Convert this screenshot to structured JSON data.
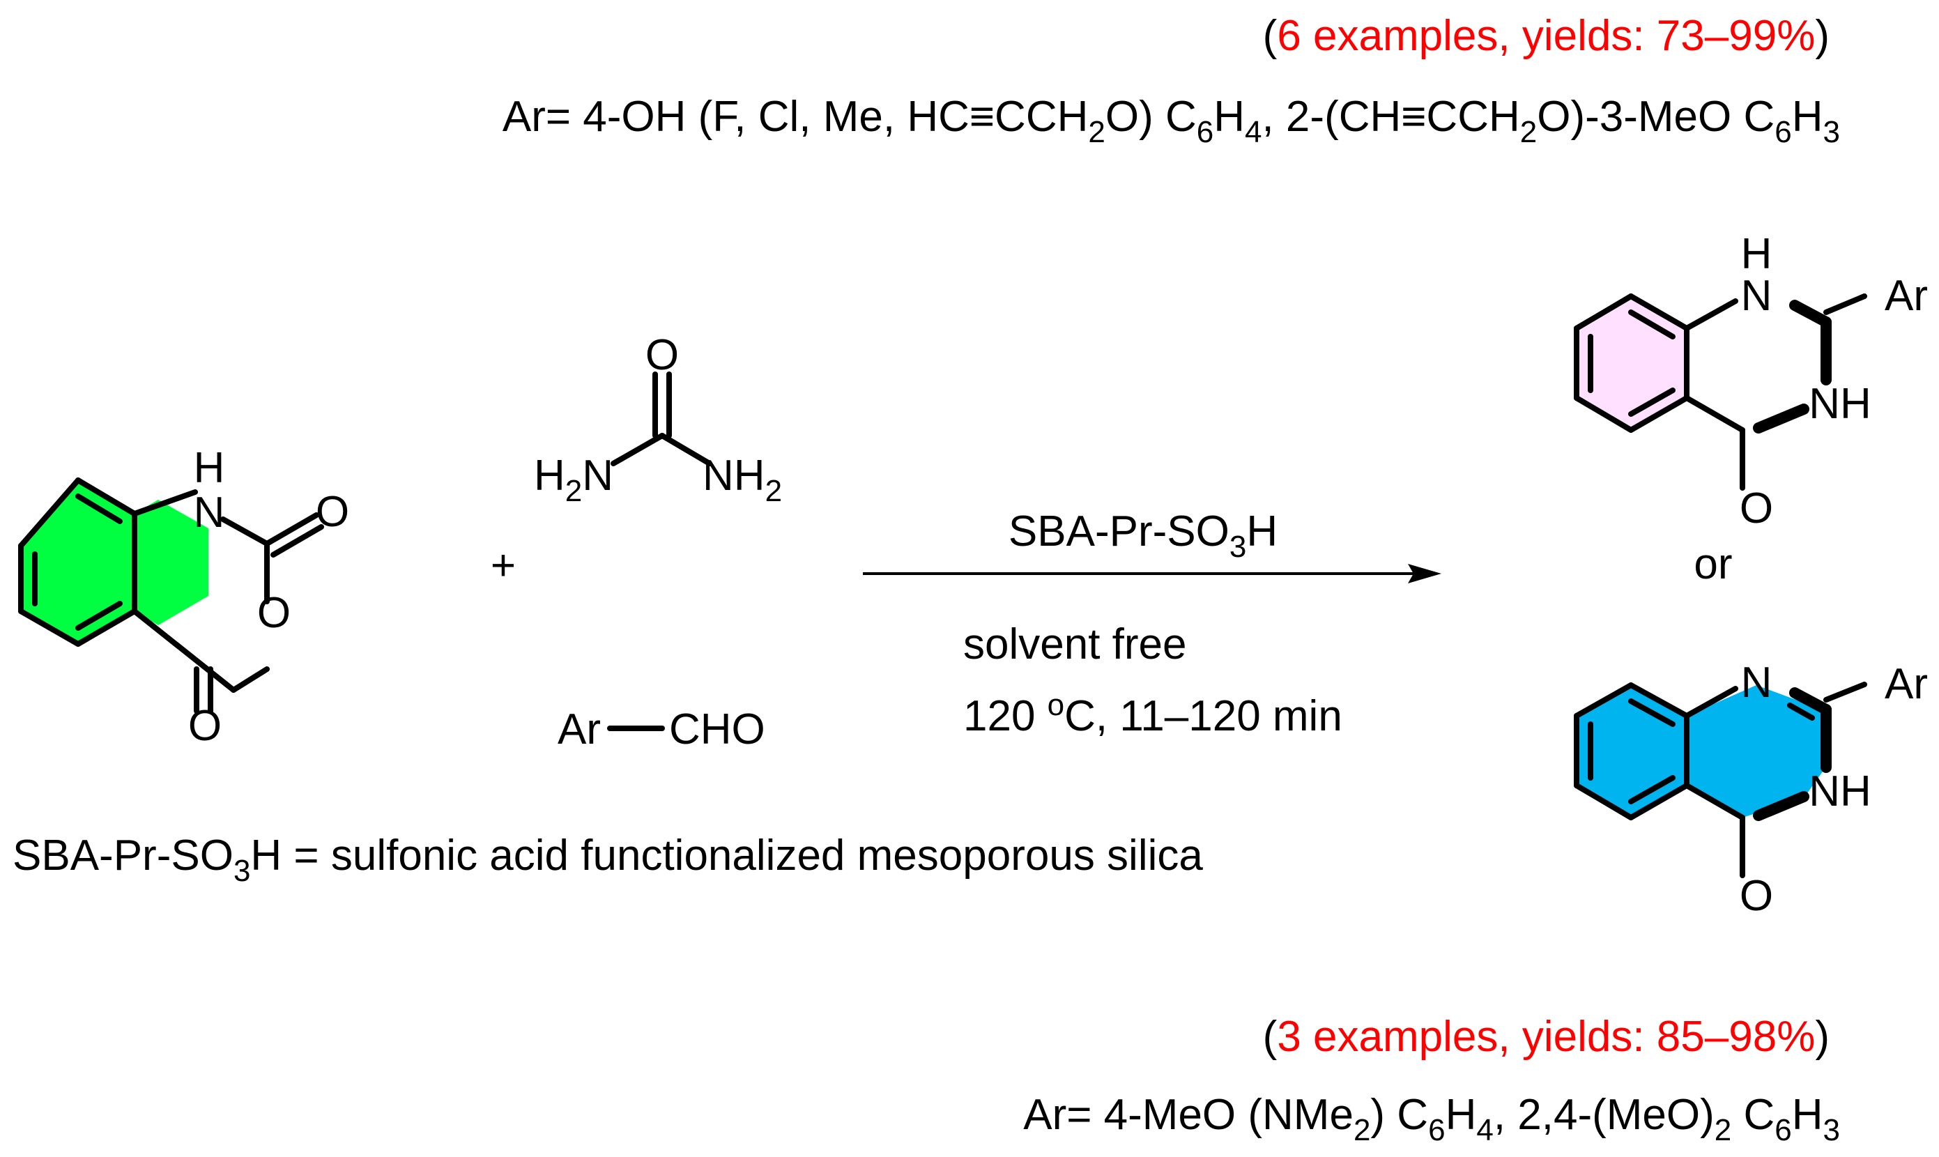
{
  "colors": {
    "highlight_anhydride": "#00ff40",
    "highlight_dihydro": "#ffe0ff",
    "highlight_quinazolinone": "#00b4f0",
    "yield_red": "#ff0000"
  },
  "top_note": {
    "paren_open": "(",
    "red": "6 examples, yields: 73–99%",
    "paren_close": ")",
    "ar_prefix": "Ar= 4-OH (F,  Cl, Me, HC≡CCH",
    "ar_sub1": "2",
    "ar_mid1": "O) C",
    "ar_sub2": "6",
    "ar_mid2": "H",
    "ar_sub3": "4",
    "ar_mid3": ", 2-(CH≡CCH",
    "ar_sub4": "2",
    "ar_mid4": "O)-3-MeO C",
    "ar_sub5": "6",
    "ar_mid5": "H",
    "ar_sub6": "3"
  },
  "bottom_note": {
    "paren_open": "(",
    "red": "3 examples, yields: 85–98%",
    "paren_close": ")",
    "ar_prefix": "Ar= 4-MeO (NMe",
    "ar_sub1": "2",
    "ar_mid1": ") C",
    "ar_sub2": "6",
    "ar_mid2": "H",
    "ar_sub3": "4",
    "ar_mid3": ", 2,4-(MeO)",
    "ar_sub4": "2",
    "ar_mid4": " C",
    "ar_sub5": "6",
    "ar_mid5": "H",
    "ar_sub6": "3"
  },
  "atoms": {
    "H": "H",
    "N": "N",
    "O": "O",
    "NH": "NH",
    "H2N_main": "H",
    "H2N_sub": "2",
    "H2N_end": "N",
    "NH2_main": "NH",
    "NH2_sub": "2",
    "Ar": "Ar"
  },
  "plus": "+",
  "aldehyde": {
    "ar": "Ar",
    "cho": "CHO"
  },
  "conditions": {
    "catalyst_main": "SBA-Pr-SO",
    "catalyst_sub": "3",
    "catalyst_end": "H",
    "solvent": "solvent free",
    "temp_pre": "120 ",
    "temp_sup": "o",
    "temp_post": "C, 11–120 min"
  },
  "or_label": "or",
  "definition": {
    "main": "SBA-Pr-SO",
    "sub": "3",
    "end": "H = sulfonic acid functionalized mesoporous silica"
  }
}
